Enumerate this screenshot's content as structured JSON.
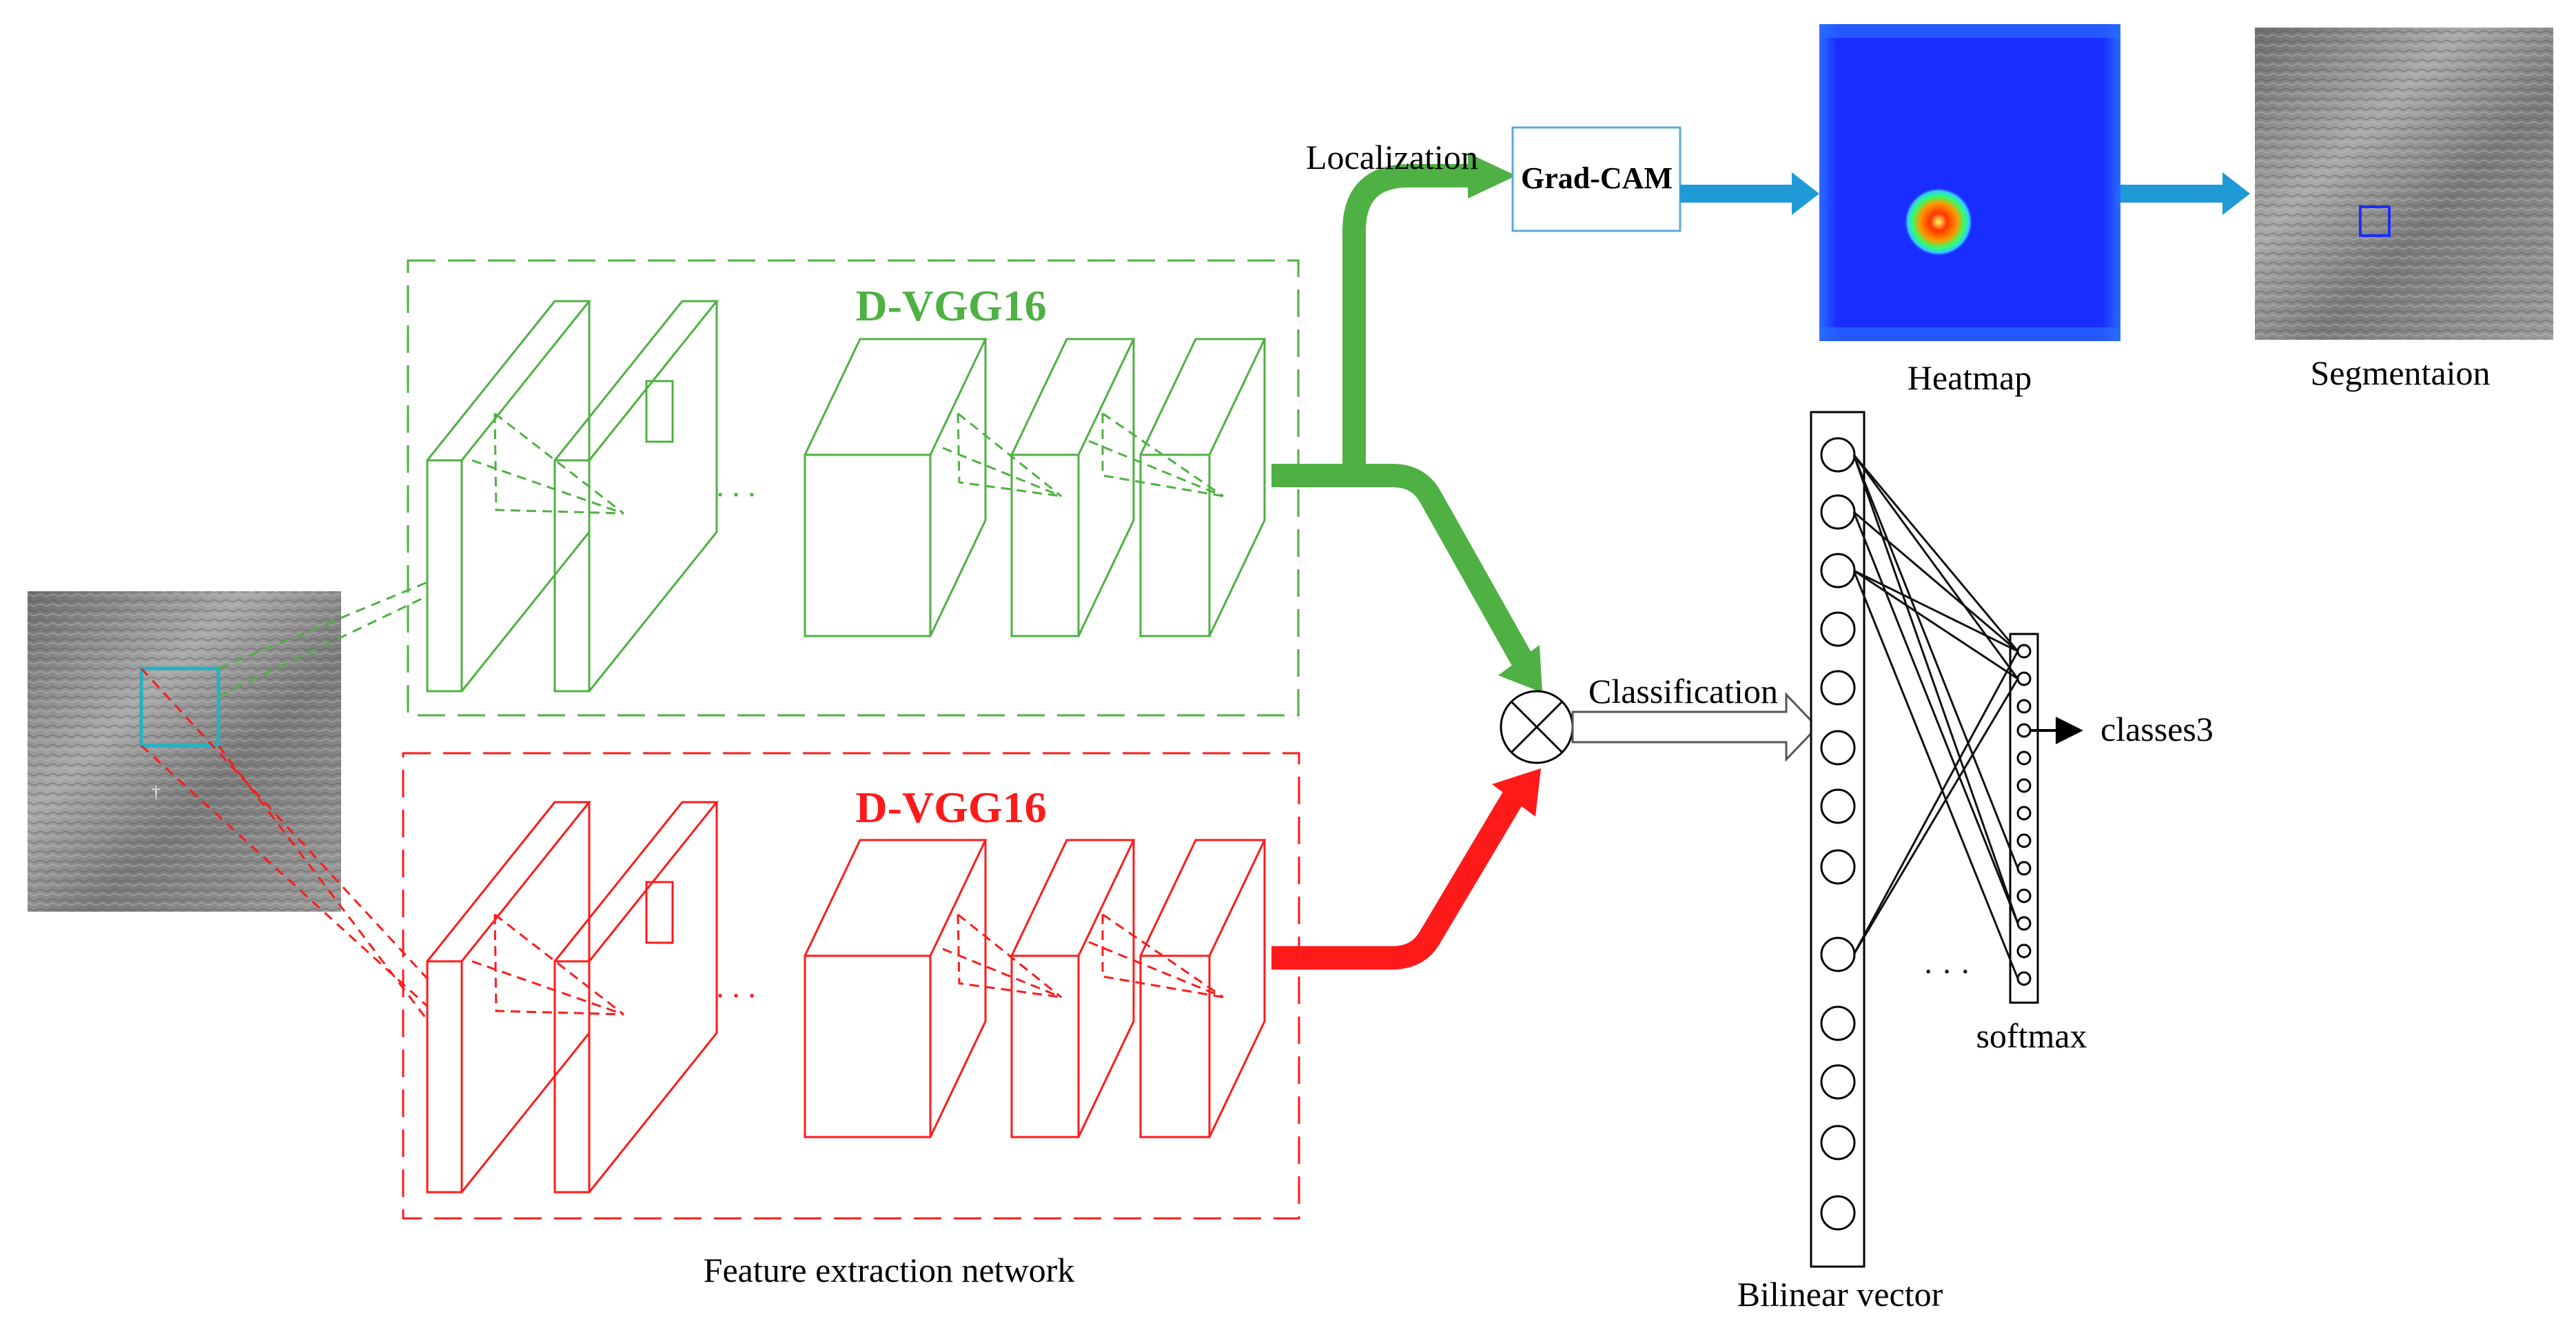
{
  "title": "",
  "branches": {
    "top": {
      "label": "D-VGG16",
      "color": "#4fb043"
    },
    "bottom": {
      "label": "D-VGG16",
      "color": "#ff1a1a"
    },
    "ellipsis": ". . ."
  },
  "labels": {
    "localization": "Localization",
    "gradcam": "Grad-CAM",
    "heatmap": "Heatmap",
    "segmentation": "Segmentaion",
    "classification": "Classification",
    "classes": "classes3",
    "softmax": "softmax",
    "bilinear": "Bilinear vector",
    "feature_extraction": "Feature extraction network",
    "dots": "· · ·"
  },
  "colors": {
    "arrow_blue": "#1f9ad6",
    "box_blue": "#5aa9dc",
    "heatmap_bg": "#1a2dff",
    "roi": "#1fb3c3",
    "line_dark": "#1a1a1a"
  }
}
